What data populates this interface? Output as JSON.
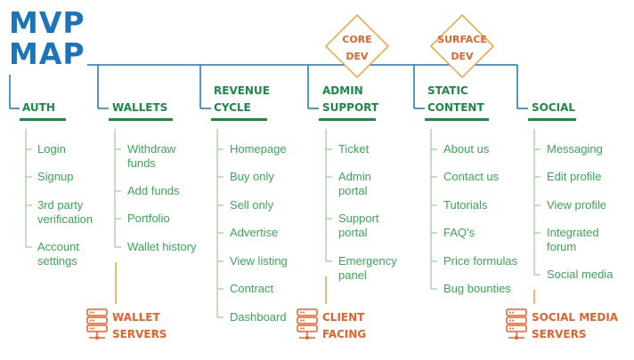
{
  "diagram": {
    "title_line1": "MVP",
    "title_line2": "MAP",
    "colors": {
      "blue": "#1a75bb",
      "green": "#1b8a45",
      "item_green": "#3aa755",
      "orange": "#e8612a",
      "diamond_stroke": "#f0a23a"
    },
    "milestones": [
      {
        "line1": "CORE",
        "line2": "DEV"
      },
      {
        "line1": "SURFACE",
        "line2": "DEV"
      }
    ],
    "columns": [
      {
        "heading_line1": "AUTH",
        "heading_line2": "",
        "items": [
          [
            "Login"
          ],
          [
            "Signup"
          ],
          [
            "3rd party",
            "verification"
          ],
          [
            "Account",
            "settings"
          ]
        ]
      },
      {
        "heading_line1": "WALLETS",
        "heading_line2": "",
        "items": [
          [
            "Withdraw",
            "funds"
          ],
          [
            "Add funds"
          ],
          [
            "Portfolio"
          ],
          [
            "Wallet history"
          ]
        ]
      },
      {
        "heading_line1": "REVENUE",
        "heading_line2": "CYCLE",
        "items": [
          [
            "Homepage"
          ],
          [
            "Buy only"
          ],
          [
            "Sell only"
          ],
          [
            "Advertise"
          ],
          [
            "View listing"
          ],
          [
            "Contract"
          ],
          [
            "Dashboard"
          ]
        ]
      },
      {
        "heading_line1": "ADMIN",
        "heading_line2": "SUPPORT",
        "items": [
          [
            "Ticket"
          ],
          [
            "Admin",
            "portal"
          ],
          [
            "Support",
            "portal"
          ],
          [
            "Emergency",
            "panel"
          ]
        ]
      },
      {
        "heading_line1": "STATIC",
        "heading_line2": "CONTENT",
        "items": [
          [
            "About us"
          ],
          [
            "Contact us"
          ],
          [
            "Tutorials"
          ],
          [
            "FAQ’s"
          ],
          [
            "Price formulas"
          ],
          [
            "Bug bounties"
          ]
        ]
      },
      {
        "heading_line1": "SOCIAL",
        "heading_line2": "",
        "items": [
          [
            "Messaging"
          ],
          [
            "Edit profile"
          ],
          [
            "View profile"
          ],
          [
            "Integrated",
            "forum"
          ],
          [
            "Social media"
          ]
        ]
      }
    ],
    "servers": [
      {
        "icon": "server-stack-icon",
        "line1": "WALLET",
        "line2": "SERVERS"
      },
      {
        "icon": "server-stack-icon",
        "line1": "CLIENT",
        "line2": "FACING"
      },
      {
        "icon": "server-stack-icon",
        "line1": "SOCIAL MEDIA",
        "line2": "SERVERS"
      }
    ]
  }
}
